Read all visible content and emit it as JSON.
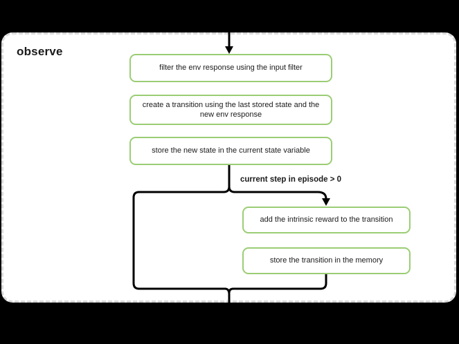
{
  "diagram": {
    "title": "observe",
    "nodes": [
      {
        "label": "filter the env response using the input filter"
      },
      {
        "label": "create a transition using the last stored state and the new env response"
      },
      {
        "label": "store the new state in the current state variable"
      },
      {
        "label": "add the intrinsic reward to the transition"
      },
      {
        "label": "store the transition in the memory"
      }
    ],
    "edges": {
      "branch_condition_label": "current step in episode > 0"
    },
    "colors": {
      "background": "#000000",
      "container_fill": "#ffffff",
      "container_border": "#d9d9d9",
      "node_fill": "#ffffff",
      "node_border": "#9acd74",
      "edge": "#000000",
      "text": "#1a1a1a"
    }
  }
}
